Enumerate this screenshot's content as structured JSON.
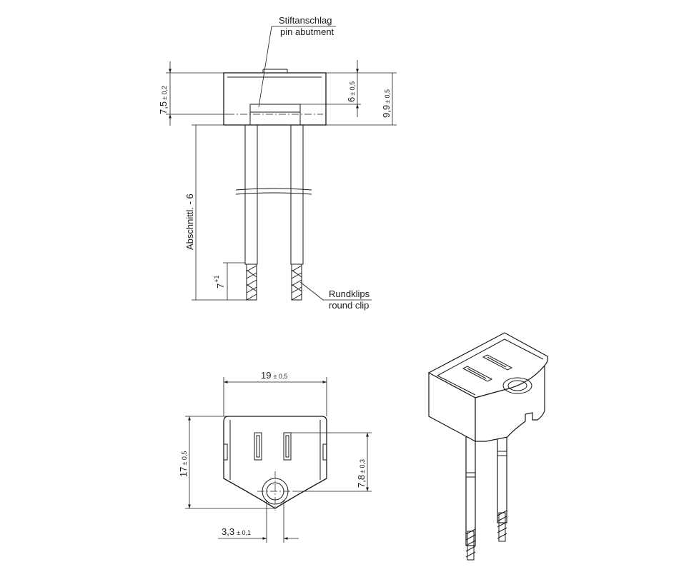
{
  "labels": {
    "pin_stop_de": "Stiftanschlag",
    "pin_stop_en": "pin abutment",
    "clip_de": "Rundklips",
    "clip_en": "round clip",
    "cut_length": "Abschnittl. - 6"
  },
  "dimensions": {
    "height_total": {
      "value": "9,9",
      "tol": "± 0,5"
    },
    "height_body": {
      "value": "7,5",
      "tol": "± 0,2"
    },
    "height_pin_stop": {
      "value": "6",
      "tol": "± 0,5"
    },
    "clip_length": {
      "value": "7",
      "tol": "+1"
    },
    "width": {
      "value": "19",
      "tol": "± 0,5"
    },
    "depth": {
      "value": "17",
      "tol": "± 0,5"
    },
    "hole_offset": {
      "value": "7,8",
      "tol": "± 0,3"
    },
    "hole_diameter": {
      "value": "3,3",
      "tol": "± 0,1"
    }
  }
}
